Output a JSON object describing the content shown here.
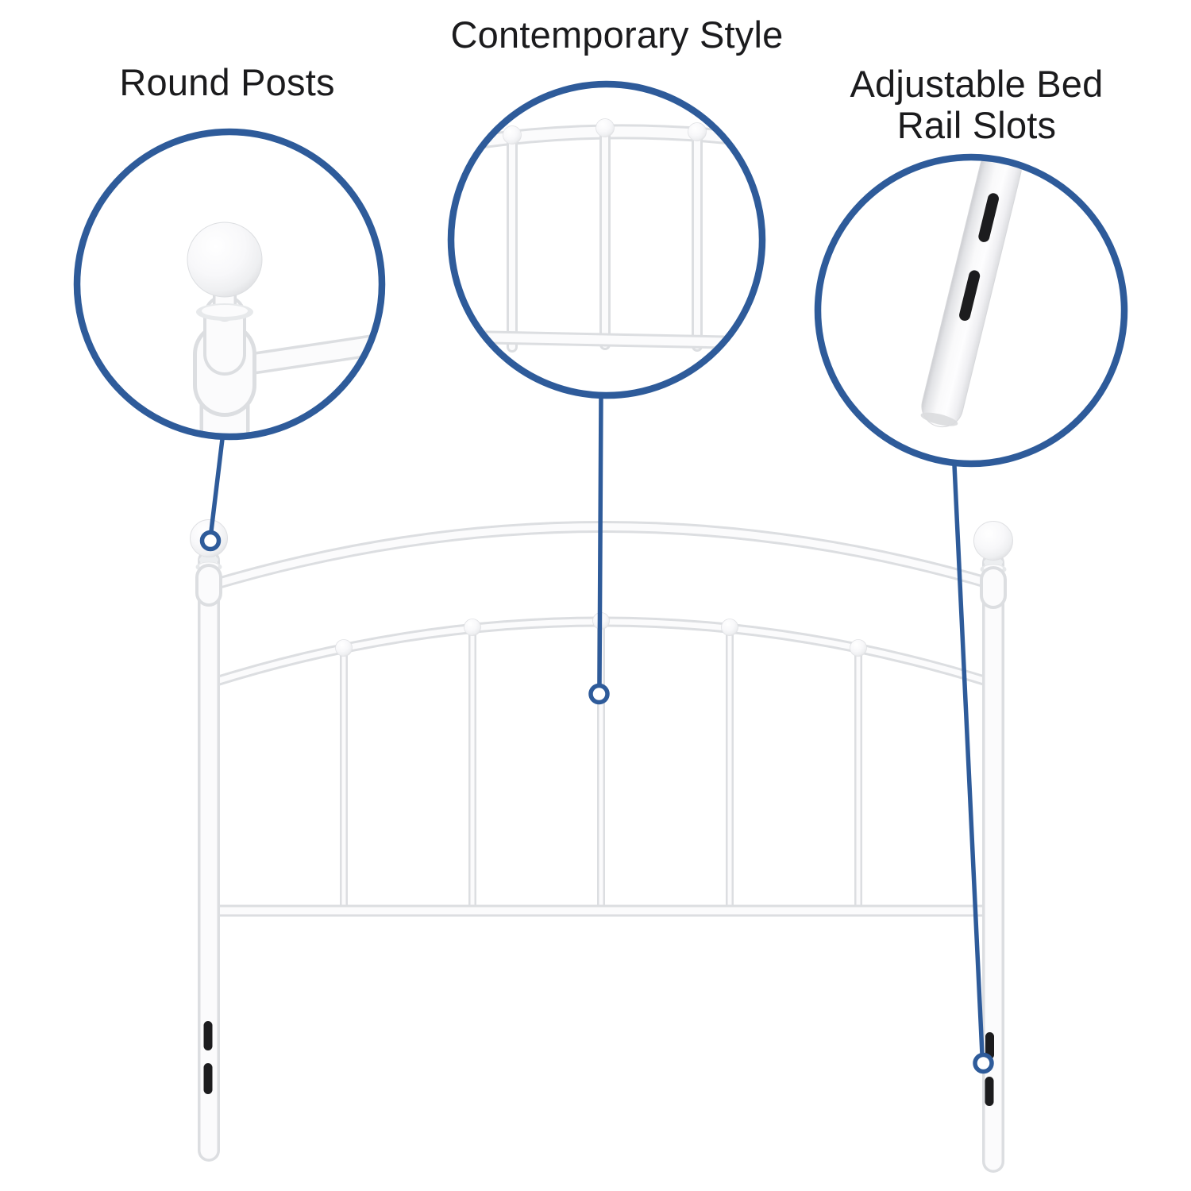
{
  "page": {
    "background": "#ffffff"
  },
  "callouts": [
    {
      "id": "round-posts",
      "label": "Round Posts"
    },
    {
      "id": "contemporary-style",
      "label": "Contemporary Style"
    },
    {
      "id": "adjustable-bed-rail-slots",
      "label": "Adjustable Bed\nRail Slots"
    }
  ],
  "colors": {
    "accent_navy": "#2e5b9a",
    "frame_white": "#fbfbfc",
    "frame_edge": "#dcdee1",
    "slot_black": "#1c1c1e",
    "label_text": "#1b1b1d"
  }
}
